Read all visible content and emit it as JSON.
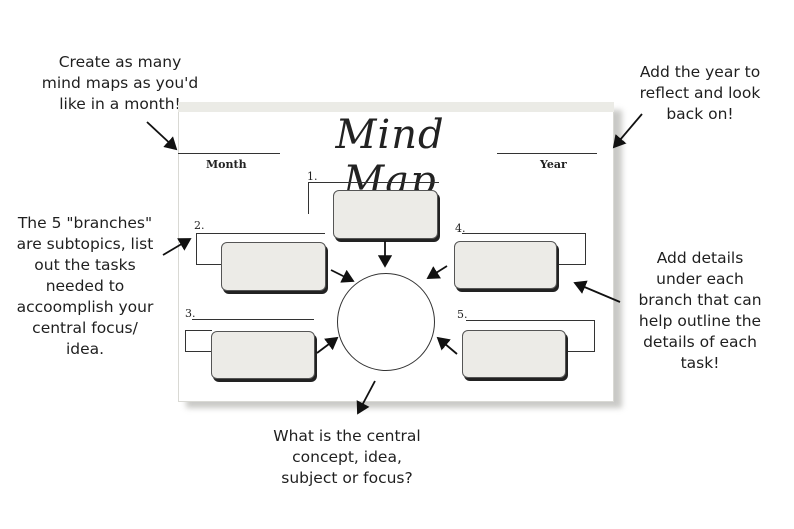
{
  "title": "Mind Map",
  "fields": {
    "month_label": "Month",
    "year_label": "Year"
  },
  "branches": [
    "1.",
    "2.",
    "3.",
    "4.",
    "5."
  ],
  "annotations": {
    "top_left": [
      "Create as many",
      "mind maps as you'd",
      "like in a month!"
    ],
    "top_right": [
      "Add the year to",
      "reflect and look",
      "back on!"
    ],
    "left": [
      "The 5 \"branches\"",
      "are subtopics, list",
      "out the tasks",
      "needed to",
      "accoomplish your",
      "central focus/",
      "idea."
    ],
    "right": [
      "Add details",
      "under each",
      "branch that can",
      "help outline the",
      "details of each",
      "task!"
    ],
    "bottom": [
      "What is the central",
      "concept, idea,",
      "subject or focus?"
    ]
  }
}
